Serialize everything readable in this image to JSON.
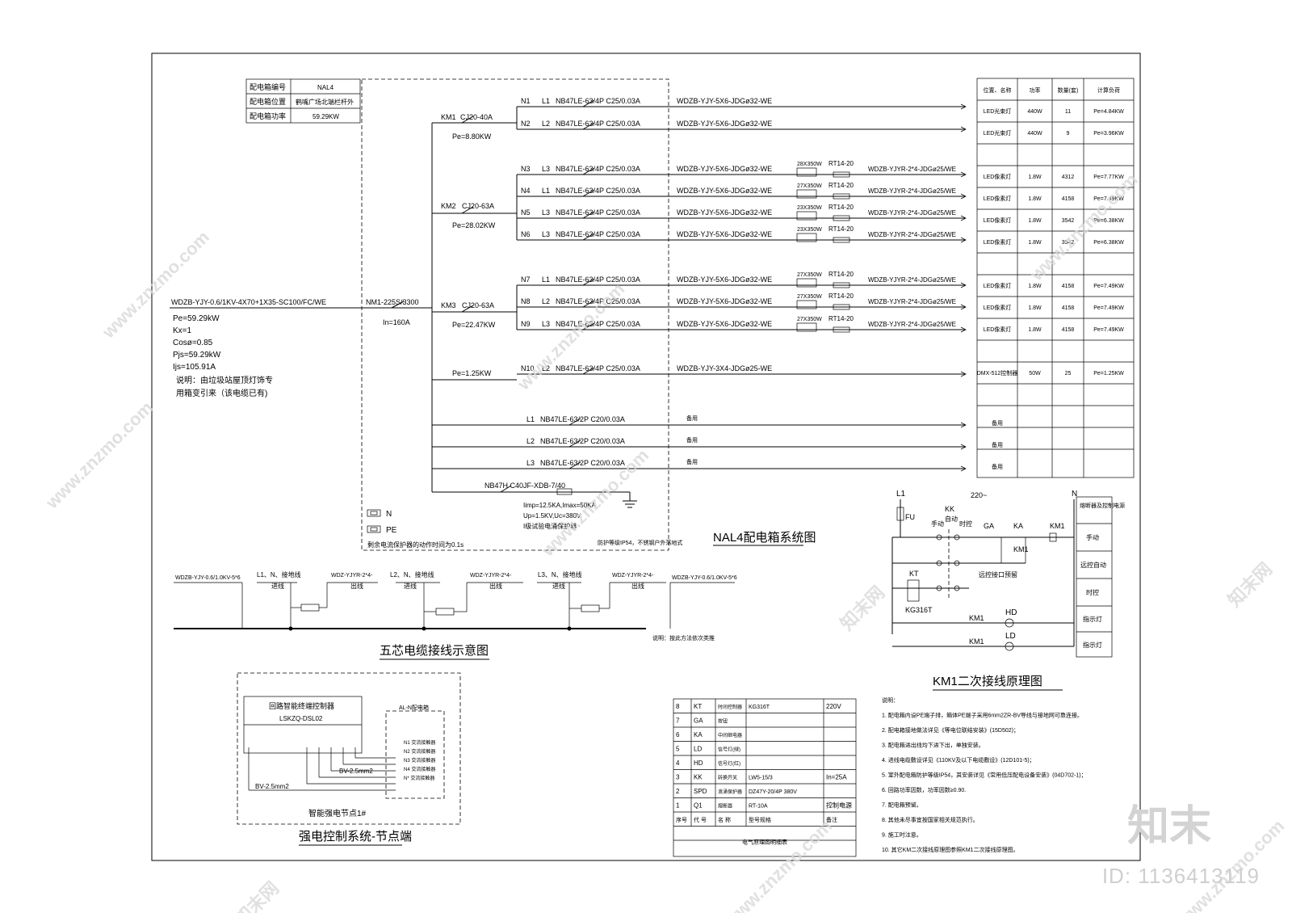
{
  "frame": {
    "border_color": "#000000"
  },
  "info_table": [
    {
      "label": "配电箱编号",
      "value": "NAL4"
    },
    {
      "label": "配电箱位置",
      "value": "鹤嘴广场北端栏杆外"
    },
    {
      "label": "配电箱功率",
      "value": "59.29KW"
    }
  ],
  "incoming": {
    "cable": "WDZB-YJY-0.6/1KV-4X70+1X35-SC100/FC/WE",
    "pe": "Pe=59.29kW",
    "kx": "Kx=1",
    "cos": "Cosø=0.85",
    "pjs": "Pjs=59.29kW",
    "ijs": "Ijs=105.91A",
    "note1": "说明：由垃圾站屋顶灯饰专",
    "note2": "用箱变引来（该电缆已有)"
  },
  "main_breaker": {
    "model": "NM1-225S/3300",
    "rating": "In=160A"
  },
  "contactors": [
    {
      "name": "KM1",
      "model": "CJ20-40A",
      "pe": "Pe=8.80KW"
    },
    {
      "name": "KM2",
      "model": "CJ20-63A",
      "pe": "Pe=28.02KW"
    },
    {
      "name": "KM3",
      "model": "CJ20-63A",
      "pe": "Pe=22.47KW"
    }
  ],
  "circuits": [
    {
      "n": "N1",
      "l": "L1",
      "brk": "NB47LE-63/4P  C25/0.03A",
      "cable": "WDZB-YJY-5X6-JDGø32-WE",
      "lamp": "",
      "rt": "",
      "cable2": ""
    },
    {
      "n": "N2",
      "l": "L2",
      "brk": "NB47LE-63/4P  C25/0.03A",
      "cable": "WDZB-YJY-5X6-JDGø32-WE",
      "lamp": "",
      "rt": "",
      "cable2": ""
    },
    {
      "n": "N3",
      "l": "L3",
      "brk": "NB47LE-63/4P  C25/0.03A",
      "cable": "WDZB-YJY-5X6-JDGø32-WE",
      "lamp": "28X350W",
      "rt": "RT14-20",
      "cable2": "WDZB-YJYR-2*4-JDGø25/WE"
    },
    {
      "n": "N4",
      "l": "L1",
      "brk": "NB47LE-63/4P  C25/0.03A",
      "cable": "WDZB-YJY-5X6-JDGø32-WE",
      "lamp": "27X350W",
      "rt": "RT14-20",
      "cable2": "WDZB-YJYR-2*4-JDGø25/WE"
    },
    {
      "n": "N5",
      "l": "L3",
      "brk": "NB47LE-63/4P  C25/0.03A",
      "cable": "WDZB-YJY-5X6-JDGø32-WE",
      "lamp": "23X350W",
      "rt": "RT14-20",
      "cable2": "WDZB-YJYR-2*4-JDGø25/WE"
    },
    {
      "n": "N6",
      "l": "L3",
      "brk": "NB47LE-63/4P  C25/0.03A",
      "cable": "WDZB-YJY-5X6-JDGø32-WE",
      "lamp": "23X350W",
      "rt": "RT14-20",
      "cable2": "WDZB-YJYR-2*4-JDGø25/WE"
    },
    {
      "n": "N7",
      "l": "L1",
      "brk": "NB47LE-63/4P  C25/0.03A",
      "cable": "WDZB-YJY-5X6-JDGø32-WE",
      "lamp": "27X350W",
      "rt": "RT14-20",
      "cable2": "WDZB-YJYR-2*4-JDGø25/WE"
    },
    {
      "n": "N8",
      "l": "L2",
      "brk": "NB47LE-63/4P  C25/0.03A",
      "cable": "WDZB-YJY-5X6-JDGø32-WE",
      "lamp": "27X350W",
      "rt": "RT14-20",
      "cable2": "WDZB-YJYR-2*4-JDGø25/WE"
    },
    {
      "n": "N9",
      "l": "L3",
      "brk": "NB47LE-63/4P  C25/0.03A",
      "cable": "WDZB-YJY-5X6-JDGø32-WE",
      "lamp": "27X350W",
      "rt": "RT14-20",
      "cable2": "WDZB-YJYR-2*4-JDGø25/WE"
    },
    {
      "n": "N10",
      "l": "L2",
      "brk": "NB47LE-63/4P  C25/0.03A",
      "cable": "WDZB-YJY-3X4-JDGø25-WE",
      "lamp": "",
      "rt": "",
      "cable2": ""
    }
  ],
  "n10_pe": "Pe=1.25KW",
  "spare_circuits": [
    {
      "l": "L1",
      "brk": "NB47LE-63/2P  C20/0.03A",
      "note": "备用"
    },
    {
      "l": "L2",
      "brk": "NB47LE-63/2P  C20/0.03A",
      "note": "备用"
    },
    {
      "l": "L3",
      "brk": "NB47LE-63/2P  C20/0.03A",
      "note": "备用"
    }
  ],
  "spd": {
    "breaker": "NB47H  C40",
    "model": "JF-XDB-7/40",
    "line1": "Iimp=12.5KA,Imax=50KA",
    "line2": "Up=1.5KV,Uc=380V",
    "line3": "I级试验电涌保护器"
  },
  "box_notes": {
    "n": "N",
    "pe": "PE",
    "protect": "防护等级IP54，不锈钢户外落地式",
    "rcd": "剩余电流保护器的动作时间为0.1s"
  },
  "load_table": {
    "headers": [
      "位置、名称",
      "功率",
      "数量(套)",
      "计算负荷"
    ],
    "rows": [
      [
        "LED光束灯",
        "440W",
        "11",
        "Pe=4.84KW"
      ],
      [
        "LED光束灯",
        "440W",
        "9",
        "Pe=3.96KW"
      ],
      [
        "",
        "",
        "",
        ""
      ],
      [
        "LED像素灯",
        "1.8W",
        "4312",
        "Pe=7.77KW"
      ],
      [
        "LED像素灯",
        "1.8W",
        "4158",
        "Pe=7.49KW"
      ],
      [
        "LED像素灯",
        "1.8W",
        "3542",
        "Pe=6.38KW"
      ],
      [
        "LED像素灯",
        "1.8W",
        "3542",
        "Pe=6.38KW"
      ],
      [
        "",
        "",
        "",
        ""
      ],
      [
        "LED像素灯",
        "1.8W",
        "4158",
        "Pe=7.49KW"
      ],
      [
        "LED像素灯",
        "1.8W",
        "4158",
        "Pe=7.49KW"
      ],
      [
        "LED像素灯",
        "1.8W",
        "4158",
        "Pe=7.49KW"
      ],
      [
        "",
        "",
        "",
        ""
      ],
      [
        "DMX-512控制器",
        "50W",
        "25",
        "Pe=1.25KW"
      ],
      [
        "",
        "",
        "",
        ""
      ],
      [
        "备用",
        "",
        "",
        ""
      ],
      [
        "备用",
        "",
        "",
        ""
      ],
      [
        "备用",
        "",
        "",
        ""
      ]
    ]
  },
  "titles": {
    "system": "NAL4配电箱系统图",
    "cable": "五芯电缆接线示意图",
    "km1": "KM1二次接线原理图",
    "node": "强电控制系统-节点端"
  },
  "cable_diagram": {
    "labels": [
      "WDZB-YJY-0.6/1.0KV-5*6",
      "L1、N、接地线",
      "进线",
      "WDZ-YJYR-2*4-",
      "出线",
      "L2、N、接地线",
      "进线",
      "WDZ-YJYR-2*4-",
      "出线",
      "L3、N、接地线",
      "进线",
      "WDZ-YJYR-2*4-",
      "出线",
      "WDZB-YJY-0.6/1.0KV-5*6"
    ],
    "note": "说明：按此方法依次类推"
  },
  "km1_diagram": {
    "l1": "L1",
    "n": "N",
    "v": "220~",
    "fu": "FU",
    "kk": "KK",
    "manual": "手动",
    "auto": "自动",
    "timer": "时控",
    "ga": "GA",
    "ka": "KA",
    "km1": "KM1",
    "km1b": "KM1",
    "remote": "远控接口预留",
    "kt": "KT",
    "kg": "KG316T",
    "hd": "HD",
    "ld": "LD",
    "km1c": "KM1",
    "km1d": "KM1",
    "side": [
      "熔断器及控制电源",
      "手动",
      "远控自动",
      "时控",
      "指示灯",
      "指示灯"
    ]
  },
  "parts_table": {
    "rows": [
      [
        "8",
        "KT",
        "时间控制器",
        "KG316T",
        "220V"
      ],
      [
        "7",
        "GA",
        "按钮",
        "",
        ""
      ],
      [
        "6",
        "KA",
        "中间继电器",
        "",
        ""
      ],
      [
        "5",
        "LD",
        "信号灯(绿)",
        "",
        ""
      ],
      [
        "4",
        "HD",
        "信号灯(红)",
        "",
        ""
      ],
      [
        "3",
        "KK",
        "转换开关",
        "LW5-15/3",
        "In=25A"
      ],
      [
        "2",
        "SPD",
        "浪涌保护器",
        "DZ47Y-20/4P 380V",
        ""
      ],
      [
        "1",
        "Q1",
        "熔断器",
        "RT-10A",
        "控制电源"
      ]
    ],
    "headers": [
      "序号",
      "代 号",
      "名 称",
      "型号规格",
      "备注"
    ],
    "caption": "电气原理图明细表"
  },
  "notes": [
    "说明：",
    "1. 配电箱内设PE端子排，箱体PE端子采用6mm2ZR-BV导线与接地网可靠连接。",
    "2. 配电箱接地做法详见《等电位联结安装》(15D502)；",
    "3. 配电箱进出线均下进下出，单独安装。",
    "4. 进线电缆敷设详见《110KV及以下电缆敷设》(12D101-5)；",
    "5. 室外配电箱防护等级IP54，其安装详见《常用低压配电设备安装》(04D702-1)；",
    "6. 回路功率因数，功率因数≥0.90.",
    "7. 配电箱预留。",
    "8. 其他未尽事宜按国家相关规范执行。",
    "9. 施工时注意。",
    "10. 其它KM二次接线原理图参照KM1二次接线原理图。"
  ],
  "node_diagram": {
    "controller": "回路智能终端控制器",
    "model": "LSKZQ-DSL02",
    "box": "AL-N配电箱",
    "contacts": [
      "N1 交流接触器",
      "N2 交流接触器",
      "N3 交流接触器",
      "N4 交流接触器",
      "N* 交流接触器"
    ],
    "wire1": "BV-2.5mm2",
    "wire2": "BV-2.5mm2",
    "caption": "智能强电节点1#"
  },
  "watermark": {
    "site": "www.znzmo.com",
    "brand": "知末网",
    "logo": "知末",
    "id": "ID: 1136413119"
  }
}
